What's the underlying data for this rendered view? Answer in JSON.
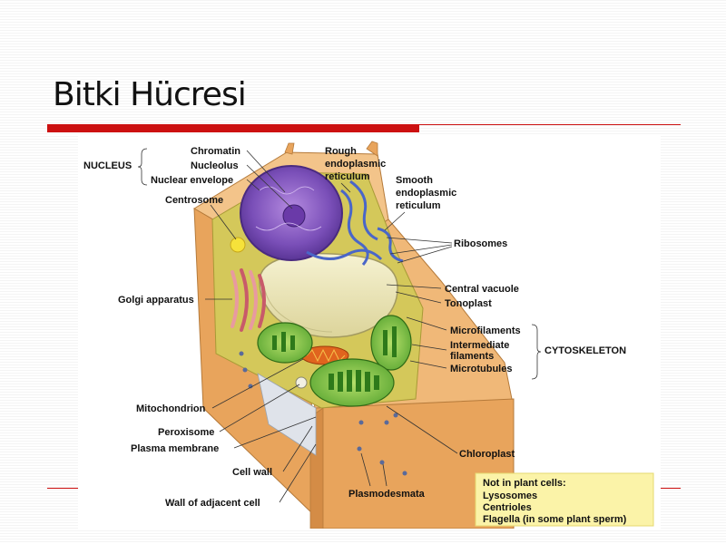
{
  "slide": {
    "title": "Bitki Hücresi"
  },
  "diagram": {
    "labels": {
      "nucleus_group": "NUCLEUS",
      "chromatin": "Chromatin",
      "nucleolus": "Nucleolus",
      "nuclear_envelope": "Nuclear envelope",
      "centrosome": "Centrosome",
      "golgi": "Golgi apparatus",
      "rough_er_1": "Rough",
      "rough_er_2": "endoplasmic",
      "rough_er_3": "reticulum",
      "smooth_er_1": "Smooth",
      "smooth_er_2": "endoplasmic",
      "smooth_er_3": "reticulum",
      "ribosomes": "Ribosomes",
      "central_vacuole": "Central vacuole",
      "tonoplast": "Tonoplast",
      "microfilaments": "Microfilaments",
      "intermediate_1": "Intermediate",
      "intermediate_2": "filaments",
      "microtubules": "Microtubules",
      "cytoskeleton_group": "CYTOSKELETON",
      "mitochondrion": "Mitochondrion",
      "peroxisome": "Peroxisome",
      "plasma_membrane": "Plasma membrane",
      "cell_wall": "Cell wall",
      "adjacent_wall": "Wall of adjacent cell",
      "plasmodesmata": "Plasmodesmata",
      "chloroplast": "Chloroplast"
    },
    "note": {
      "heading": "Not in plant cells:",
      "items": [
        "Lysosomes",
        "Centrioles",
        "Flagella (in some plant sperm)"
      ]
    },
    "colors": {
      "cell_wall": "#e8a45c",
      "cytoplasm": "#d4c85a",
      "nucleus": "#7a4fb8",
      "vacuole": "#ece7b8",
      "chloroplast": "#5aa632",
      "golgi": "#e89aa0",
      "mitochondrion": "#e0641e",
      "note_bg": "#fbf3a8",
      "accent_red": "#cc1111"
    }
  }
}
